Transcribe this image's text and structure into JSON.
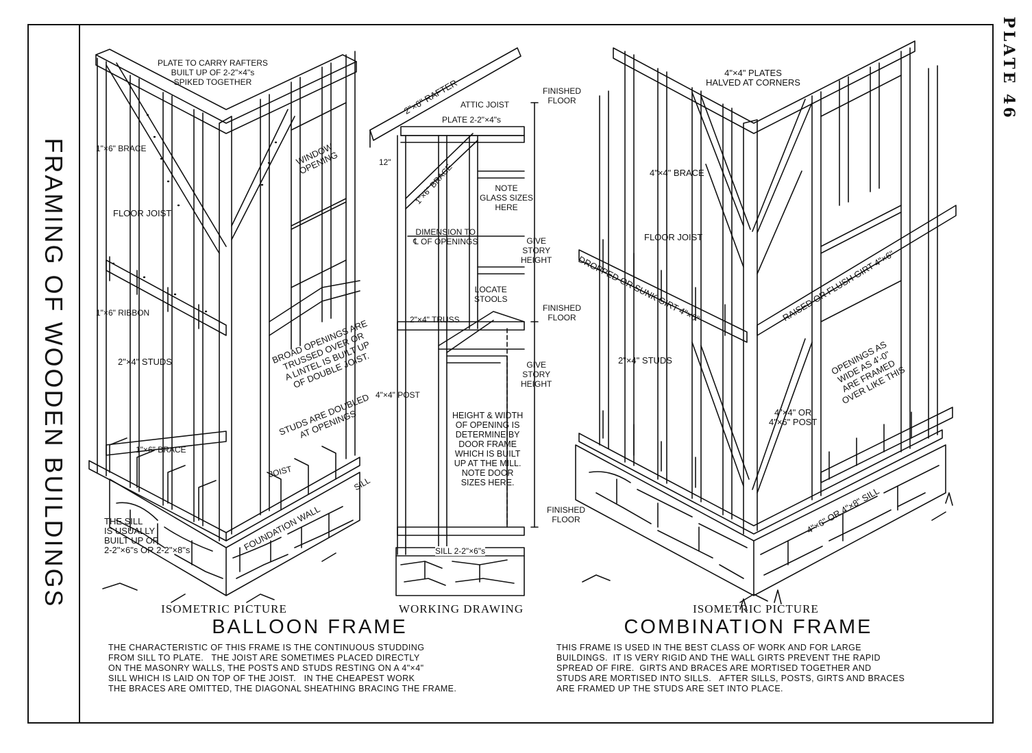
{
  "side_title": "FRAMING OF WOODEN BUILDINGS",
  "plate": "PLATE 46",
  "balloon": {
    "labels": {
      "plate_rafters": "PLATE TO CARRY RAFTERS\nBUILT UP OF 2-2\"×4\"s\nSPIKED TOGETHER",
      "brace": "1\"×6\" BRACE",
      "window": "WINDOW\nOPENING",
      "floor_joist": "FLOOR JOIST",
      "ribbon": "1\"×6\" RIBBON",
      "studs": "2\"×4\" STUDS",
      "broad_openings": "BROAD OPENINGS ARE\nTRUSSED OVER OR\nA LINTEL IS BUILT UP\nOF DOUBLE JOIST.",
      "studs_doubled": "STUDS ARE DOUBLED\nAT OPENINGS",
      "brace_lower": "1\"×6\" BRACE",
      "joist": "JOIST",
      "sill": "SILL",
      "foundation": "FOUNDATION WALL",
      "sill_note": "THE SILL\nIS USUALLY\nBUILT UP OF\n2-2\"×6\"s OR 2-2\"×8\"s"
    },
    "caption_sub": "ISOMETRIC PICTURE",
    "caption_main": "BALLOON FRAME",
    "description": "THE CHARACTERISTIC OF THIS FRAME IS THE CONTINUOUS STUDDING\nFROM SILL TO PLATE.   THE JOIST ARE SOMETIMES PLACED DIRECTLY\nON THE MASONRY WALLS, THE POSTS AND STUDS RESTING ON A 4\"×4\"\nSILL WHICH IS LAID ON TOP OF THE JOIST.   IN THE CHEAPEST WORK\nTHE BRACES ARE OMITTED, THE DIAGONAL SHEATHING BRACING THE FRAME."
  },
  "working": {
    "labels": {
      "rafter": "2\"×6\" RAFTER",
      "attic_joist": "ATTIC JOIST",
      "plate": "PLATE 2-2\"×4\"s",
      "finished_floor_top": "FINISHED\nFLOOR",
      "twelve": "12\"",
      "brace": "1\"×6\" BRACE",
      "glass": "NOTE\nGLASS SIZES\nHERE",
      "dimension": "DIMENSION TO\n℄ OF OPENINGS",
      "give_story_1": "GIVE\nSTORY\nHEIGHT",
      "locate_stools": "LOCATE\nSTOOLS",
      "truss": "2\"×4\" TRUSS",
      "finished_floor_mid": "FINISHED\nFLOOR",
      "give_story_2": "GIVE\nSTORY\nHEIGHT",
      "post": "4\"×4\" POST",
      "door_note": "HEIGHT & WIDTH\nOF OPENING IS\nDETERMINE BY\nDOOR FRAME\nWHICH IS BUILT\nUP AT THE MILL.\nNOTE DOOR\nSIZES HERE.",
      "finished_floor_bottom": "FINISHED\nFLOOR",
      "sill": "SILL  2-2\"×6\"s"
    },
    "caption_sub": "WORKING DRAWING"
  },
  "combination": {
    "labels": {
      "plates": "4\"×4\" PLATES\nHALVED AT CORNERS",
      "brace": "4\"×4\" BRACE",
      "floor_joist": "FLOOR JOIST",
      "dropped_girt": "DROPPED OR SUNK GIRT 4\"×6\"",
      "raised_girt": "RAISED OR FLUSH GIRT 4\"×6\"",
      "openings": "OPENINGS AS\nWIDE AS 4'-0\"\nARE FRAMED\nOVER LIKE THIS",
      "studs": "2\"×4\" STUDS",
      "post": "4\"×4\" OR\n4\"×6\" POST",
      "sill": "4\"×6\" OR 4\"×8\" SILL"
    },
    "caption_sub": "ISOMETRIC PICTURE",
    "caption_main": "COMBINATION FRAME",
    "description": "THIS FRAME IS USED IN THE BEST CLASS OF WORK AND FOR LARGE\nBUILDINGS.  IT IS VERY RIGID AND THE WALL GIRTS PREVENT THE RAPID\nSPREAD OF FIRE.  GIRTS AND BRACES ARE MORTISED TOGETHER AND\nSTUDS ARE MORTISED INTO SILLS.   AFTER SILLS, POSTS, GIRTS AND BRACES\nARE FRAMED UP THE STUDS ARE SET INTO PLACE."
  }
}
